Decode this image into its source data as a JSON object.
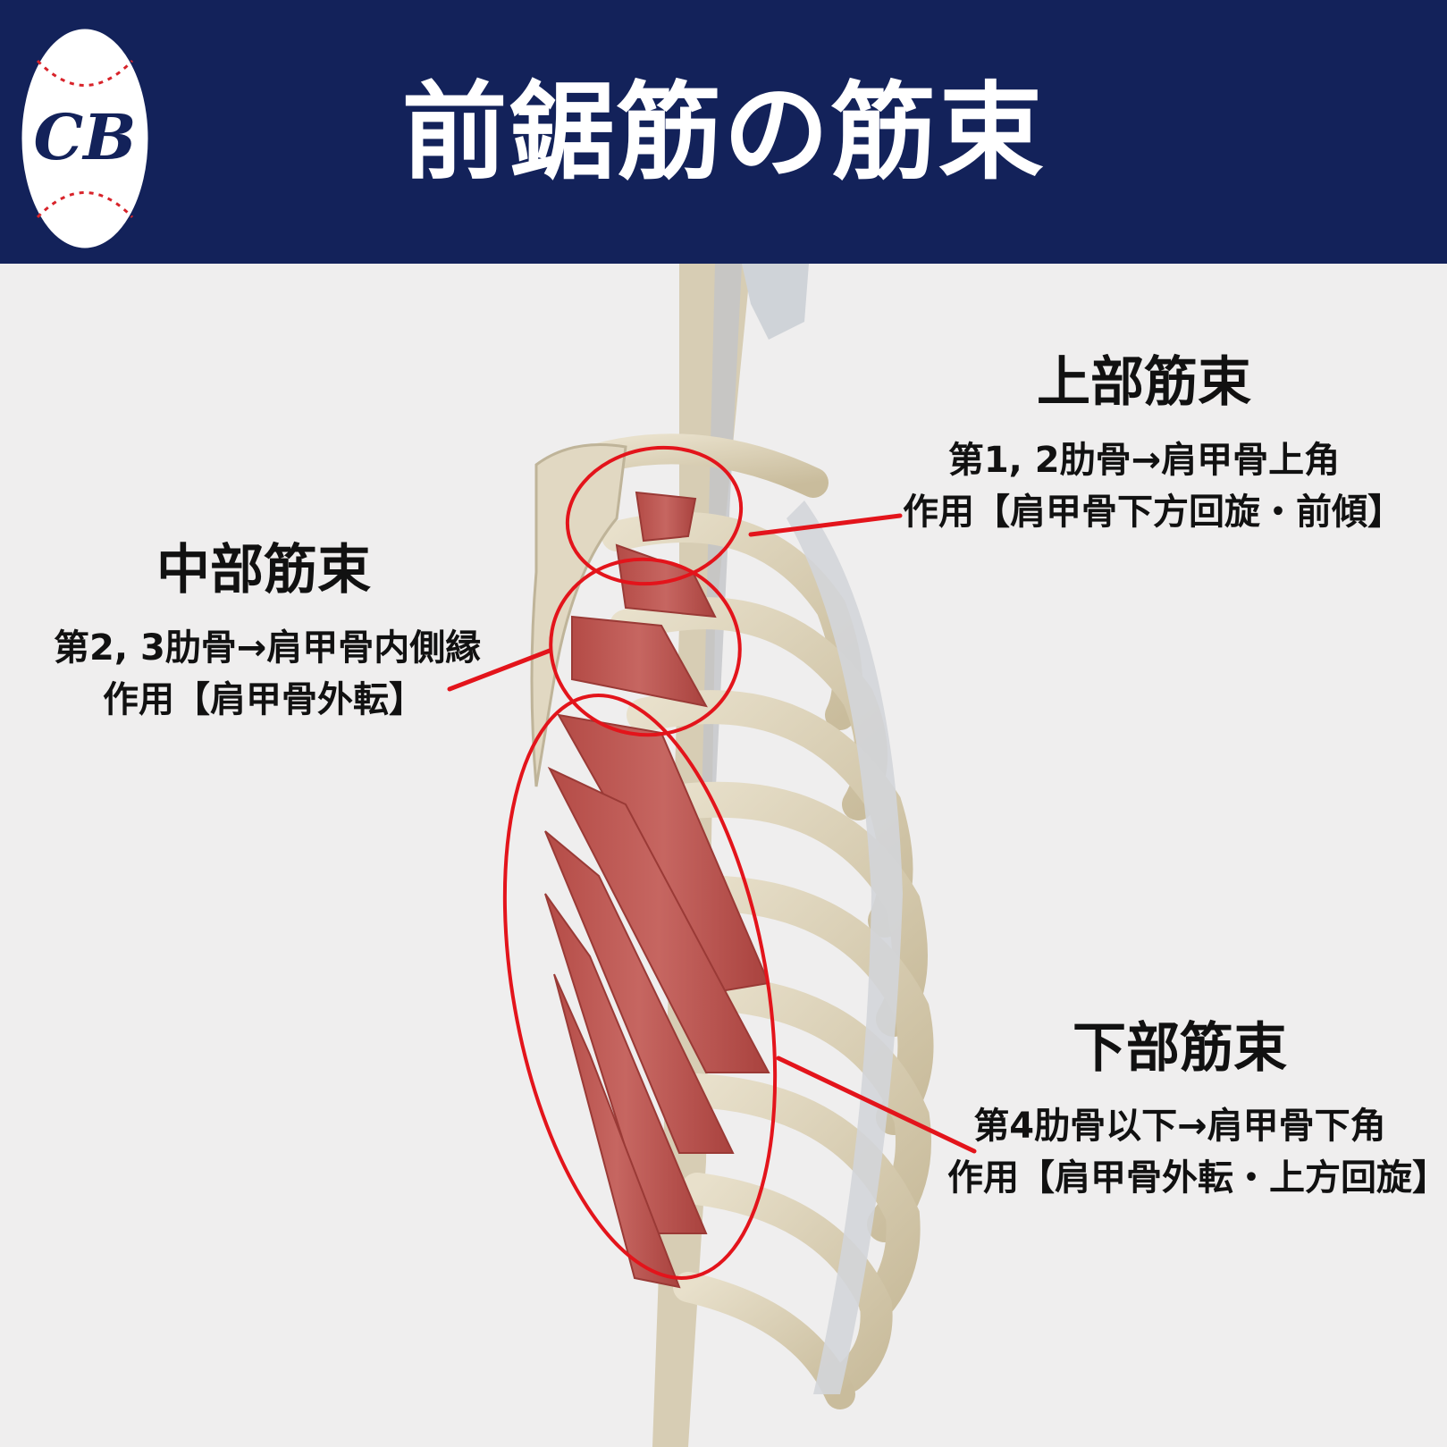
{
  "header": {
    "title": "前鋸筋の筋束",
    "logo_text": "CB",
    "background": "#13225a"
  },
  "labels": {
    "upper": {
      "heading": "上部筋束",
      "origin_insertion": "第1, 2肋骨→肩甲骨上角",
      "action": "作用【肩甲骨下方回旋・前傾】"
    },
    "middle": {
      "heading": "中部筋束",
      "origin_insertion": "第2, 3肋骨→肩甲骨内側縁",
      "action": "作用【肩甲骨外転】"
    },
    "lower": {
      "heading": "下部筋束",
      "origin_insertion": "第4肋骨以下→肩甲骨下角",
      "action": "作用【肩甲骨外転・上方回旋】"
    }
  },
  "colors": {
    "highlight": "#e3141b",
    "muscle": "#b8554f",
    "bone": "#d9cfb6",
    "background": "#efeeee"
  }
}
